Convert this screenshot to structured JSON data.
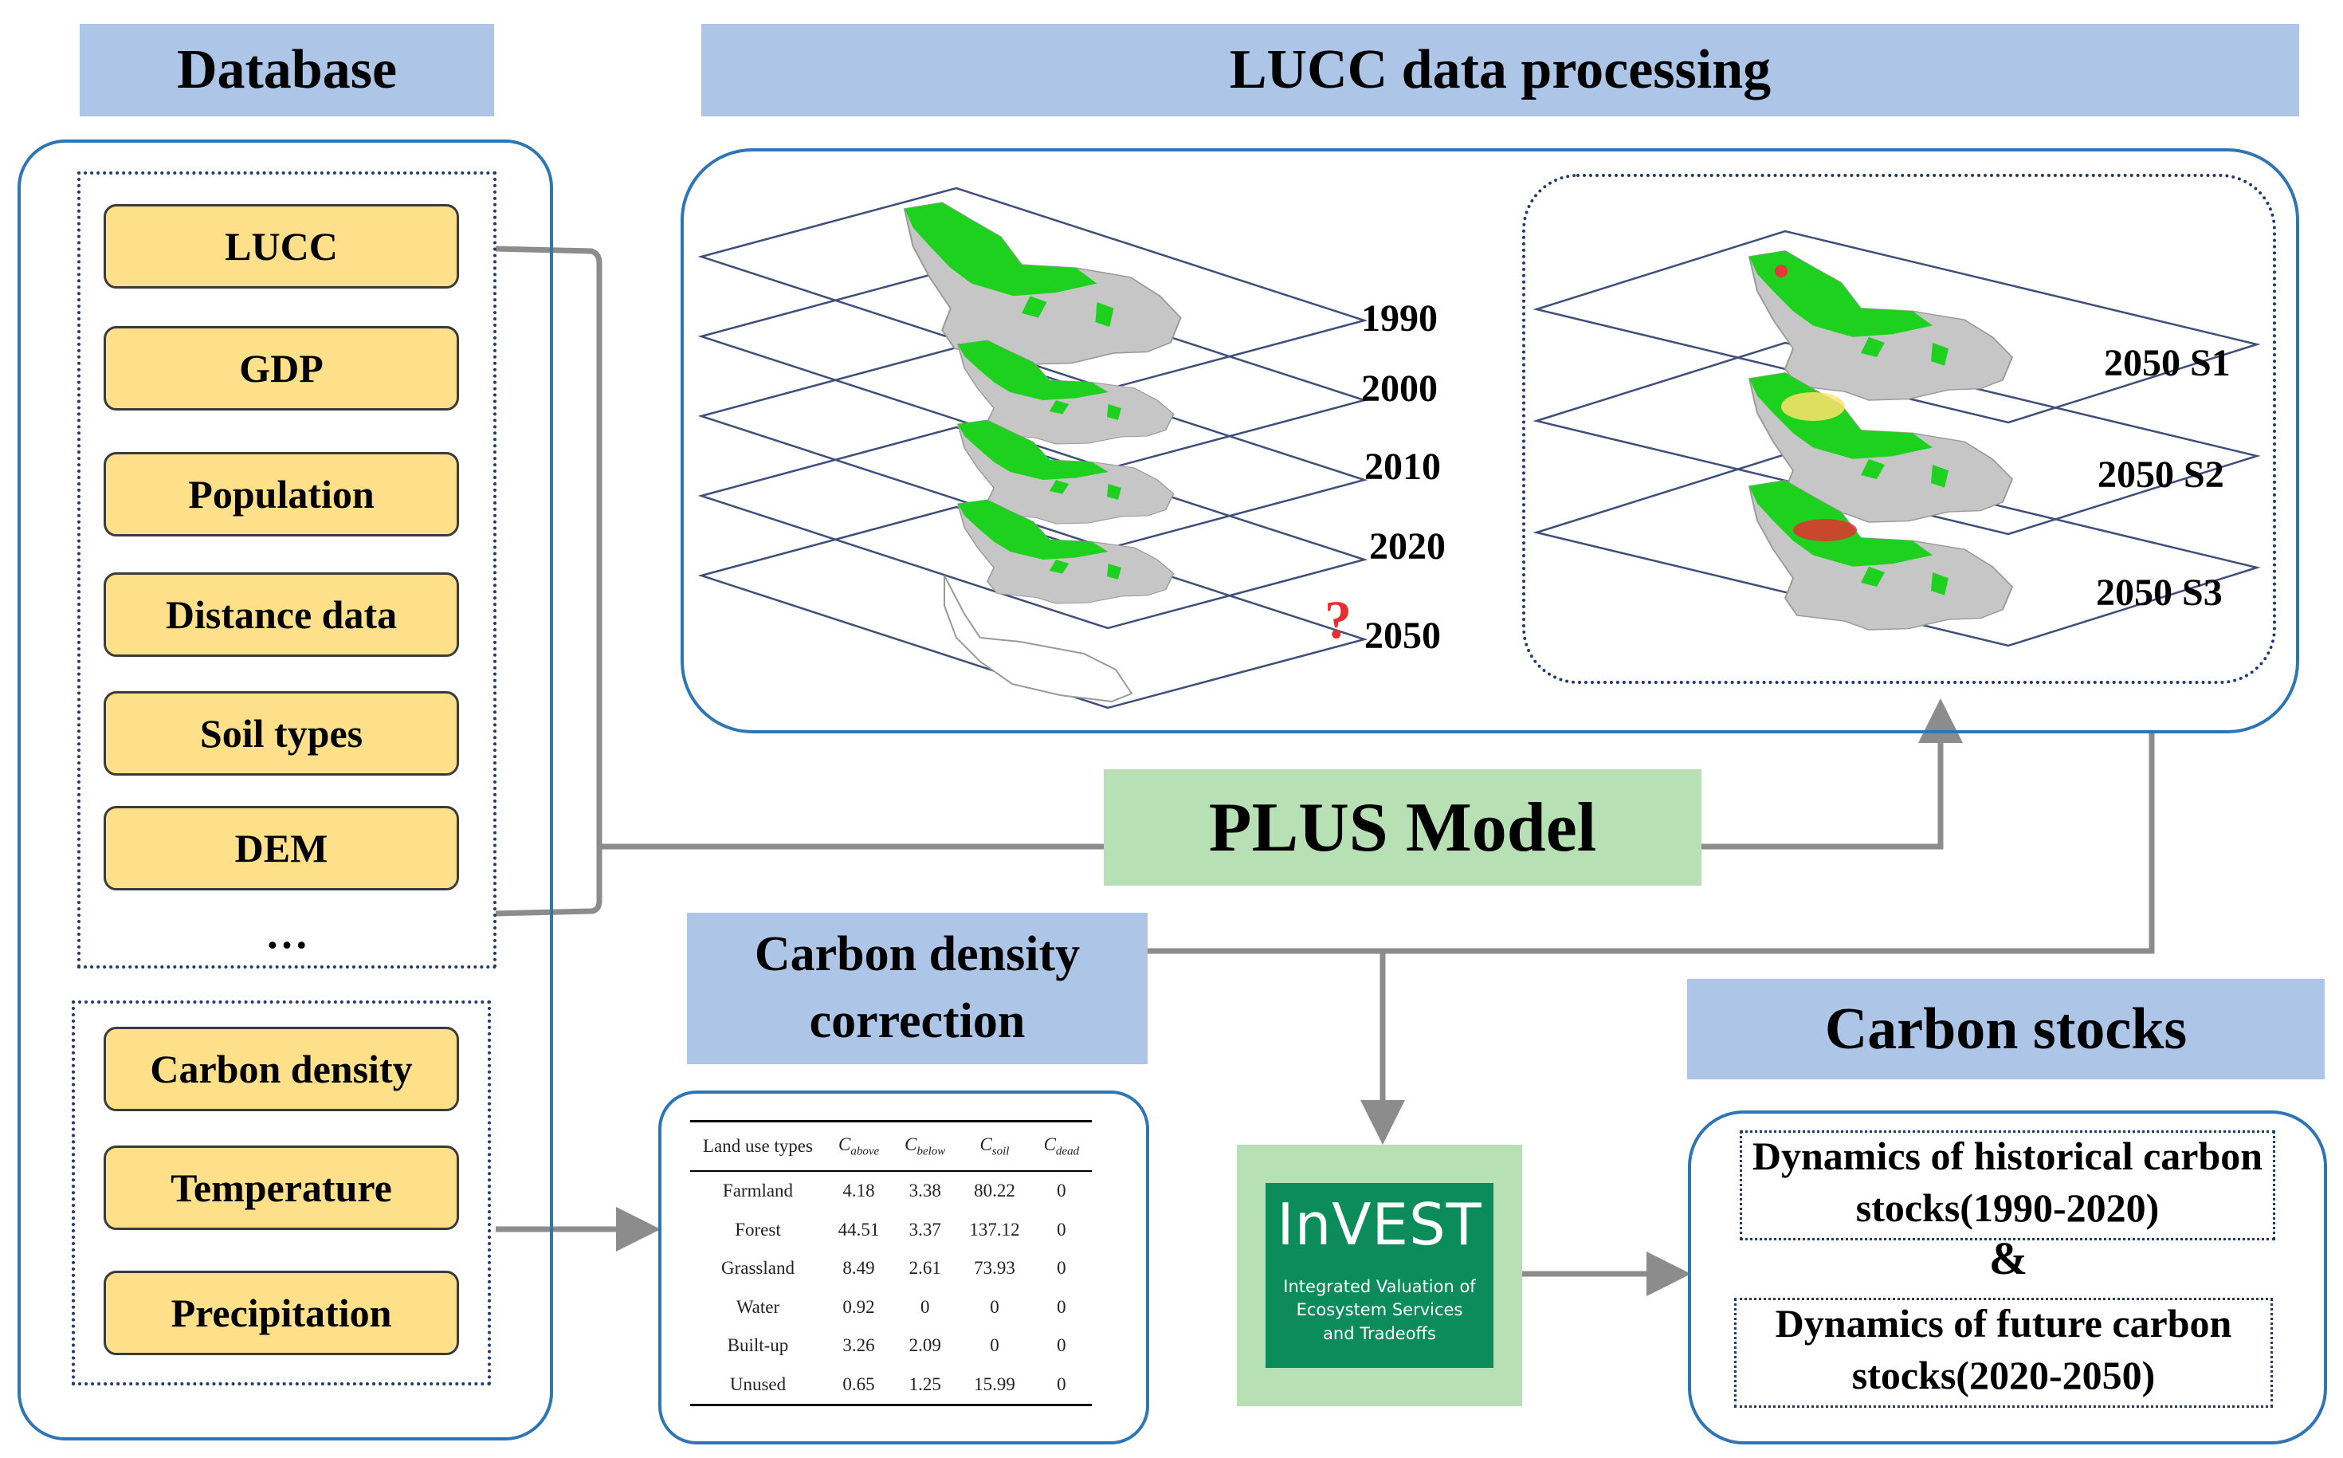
{
  "headers": {
    "database": "Database",
    "lucc_processing": "LUCC data processing",
    "carbon_density_correction": "Carbon density correction",
    "carbon_stocks": "Carbon stocks"
  },
  "database_items": [
    "LUCC",
    "GDP",
    "Population",
    "Distance data",
    "Soil types",
    "DEM"
  ],
  "database_ellipsis": "…",
  "climate_items": [
    "Carbon density",
    "Temperature",
    "Precipitation"
  ],
  "years": [
    "1990",
    "2000",
    "2010",
    "2020",
    "2050"
  ],
  "question_mark": "?",
  "scenarios": [
    "2050 S1",
    "2050 S2",
    "2050 S3"
  ],
  "plus_model": "PLUS Model",
  "invest": {
    "logo": "InVEST",
    "line1": "Integrated Valuation of",
    "line2": "Ecosystem Services",
    "line3": "and Tradeoffs"
  },
  "table": {
    "header_first": "Land use types",
    "col_symbol": "C",
    "col_subs": [
      "above",
      "below",
      "soil",
      "dead"
    ],
    "rows": [
      [
        "Farmland",
        "4.18",
        "3.38",
        "80.22",
        "0"
      ],
      [
        "Forest",
        "44.51",
        "3.37",
        "137.12",
        "0"
      ],
      [
        "Grassland",
        "8.49",
        "2.61",
        "73.93",
        "0"
      ],
      [
        "Water",
        "0.92",
        "0",
        "0",
        "0"
      ],
      [
        "Built-up",
        "3.26",
        "2.09",
        "0",
        "0"
      ],
      [
        "Unused",
        "0.65",
        "1.25",
        "15.99",
        "0"
      ]
    ]
  },
  "outputs": {
    "historical": "Dynamics of historical carbon stocks(1990-2020)",
    "ampersand": "&",
    "future": "Dynamics of future carbon stocks(2020-2050)"
  },
  "colors": {
    "header_fill": "#adc6e8",
    "item_fill": "#ffe08a",
    "plus_fill": "#b7e1b5",
    "invest_logo": "#0c8c5a",
    "frame_blue": "#2e75b6",
    "connector_gray": "#8c8c8c"
  }
}
